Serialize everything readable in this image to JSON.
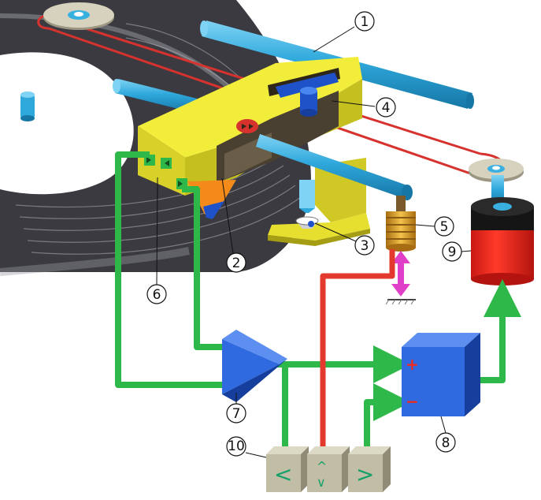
{
  "colors": {
    "record_dark": "#2f2f35",
    "record_mid": "#6e6e74",
    "record_light": "#b9b9bf",
    "carriage_yellow": "#f2ec3a",
    "carriage_shadow": "#b9b21a",
    "carriage_dark": "#4a4032",
    "rail_blue": "#2fa8dc",
    "belt_red": "#d6322e",
    "signal_green": "#2fb84a",
    "amp_blue": "#1f52c9",
    "motor_red": "#ef2a1e",
    "motor_black": "#111111",
    "button_stone": "#c2bea6",
    "actuator_magenta": "#e040c8",
    "coil_gold": "#e0a72a",
    "laser_orange": "#f48a1a"
  },
  "callouts": [
    {
      "id": "1",
      "label": "1"
    },
    {
      "id": "2",
      "label": "2"
    },
    {
      "id": "3",
      "label": "3"
    },
    {
      "id": "4",
      "label": "4"
    },
    {
      "id": "5",
      "label": "5"
    },
    {
      "id": "6",
      "label": "6"
    },
    {
      "id": "7",
      "label": "7"
    },
    {
      "id": "8",
      "label": "8"
    },
    {
      "id": "9",
      "label": "9"
    },
    {
      "id": "10",
      "label": "10"
    }
  ],
  "amplifier_signs": {
    "plus": "+",
    "minus": "−"
  },
  "buttons": [
    {
      "id": "left",
      "glyph": "<",
      "icon": "chevron-left-icon"
    },
    {
      "id": "updown",
      "glyph": "^ ∨",
      "icon": "up-down-arrows-icon"
    },
    {
      "id": "right",
      "glyph": ">",
      "icon": "chevron-right-icon"
    }
  ]
}
